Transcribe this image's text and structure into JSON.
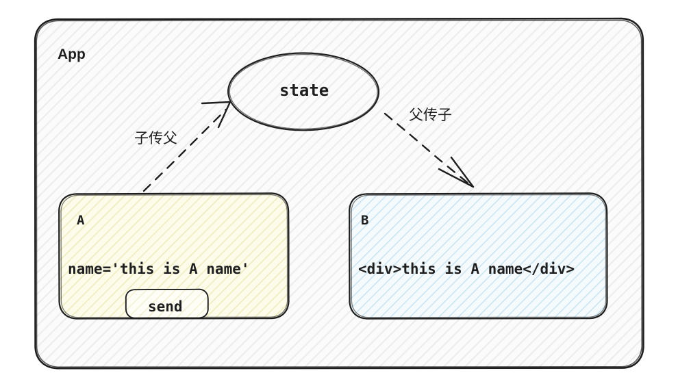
{
  "diagram": {
    "title_label": "App",
    "style": "hand-drawn-sketch",
    "colors": {
      "stroke": "#1e1e1e",
      "app_fill": "#fafafa",
      "app_hatch": "#ebebeb",
      "box_a_fill": "#fdfce9",
      "box_a_hatch": "#efecbf",
      "box_b_fill": "#f3fafd",
      "box_b_hatch": "#cbe4f0",
      "state_fill": "transparent",
      "button_fill": "#ffffff"
    },
    "nodes": {
      "app": {
        "label": "App",
        "shape": "rounded-rectangle"
      },
      "state": {
        "label": "state",
        "shape": "ellipse"
      },
      "box_a": {
        "title": "A",
        "code": "name='this is A name'",
        "button_label": "send",
        "shape": "rounded-rectangle"
      },
      "box_b": {
        "title": "B",
        "code": "<div>this is A name</div>",
        "shape": "rounded-rectangle"
      }
    },
    "edges": [
      {
        "id": "a-to-state",
        "label": "子传父",
        "from": "box_a",
        "to": "state",
        "style": "dashed",
        "arrowhead": "open"
      },
      {
        "id": "state-to-b",
        "label": "父传子",
        "from": "state",
        "to": "box_b",
        "style": "dashed",
        "arrowhead": "open"
      }
    ]
  }
}
